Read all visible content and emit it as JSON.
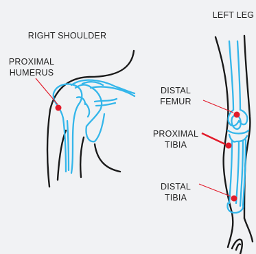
{
  "titles": {
    "right_shoulder": "RIGHT SHOULDER",
    "left_leg": "LEFT LEG"
  },
  "labels": {
    "proximal_humerus": [
      "PROXIMAL",
      "HUMERUS"
    ],
    "distal_femur": [
      "DISTAL",
      "FEMUR"
    ],
    "proximal_tibia": [
      "PROXIMAL",
      "TIBIA"
    ],
    "distal_tibia": [
      "DISTAL",
      "TIBIA"
    ]
  },
  "colors": {
    "bone": "#34b6ea",
    "outline": "#1a1a1a",
    "marker": "#e21b2a",
    "background": "#f1f2f4"
  }
}
